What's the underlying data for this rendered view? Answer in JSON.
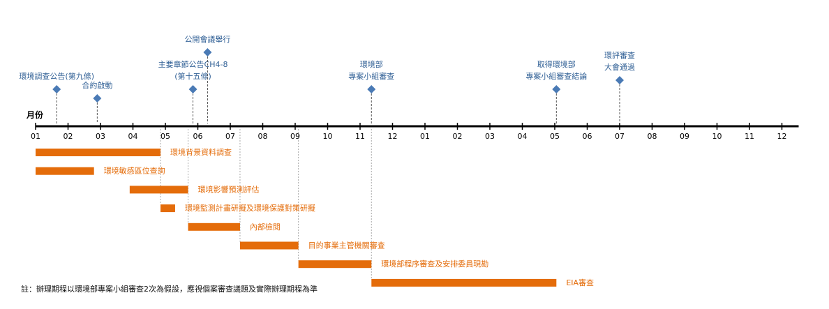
{
  "chart_data": {
    "type": "gantt",
    "axis_label": "月份",
    "months": [
      "01",
      "02",
      "03",
      "04",
      "05",
      "06",
      "07",
      "08",
      "09",
      "10",
      "11",
      "12",
      "01",
      "02",
      "03",
      "04",
      "05",
      "06",
      "07",
      "08",
      "09",
      "10",
      "11",
      "12"
    ],
    "milestones": [
      {
        "label": [
          "環境調查公告(第九條)"
        ],
        "month": 1.65
      },
      {
        "label": [
          "合約啟動"
        ],
        "month": 2.9
      },
      {
        "label": [
          "主要章節公告CH4-8",
          "(第十五條)"
        ],
        "month": 5.85
      },
      {
        "label": [
          "公開會議舉行"
        ],
        "month": 6.3
      },
      {
        "label": [
          "環境部",
          "專案小組審查"
        ],
        "month": 11.35
      },
      {
        "label": [
          "取得環境部",
          "專案小組審查結論"
        ],
        "month": 17.05
      },
      {
        "label": [
          "環評審查",
          "大會通過"
        ],
        "month": 19.0
      }
    ],
    "tasks": [
      {
        "label": "環境背景資料調查",
        "start": 1.0,
        "end": 4.85
      },
      {
        "label": "環境敏感區位查詢",
        "start": 1.0,
        "end": 2.8
      },
      {
        "label": "環境影響預測評估",
        "start": 3.9,
        "end": 5.7
      },
      {
        "label": "環境監測計畫研擬及環境保護對策研擬",
        "start": 4.85,
        "end": 5.3
      },
      {
        "label": "內部檢閱",
        "start": 5.7,
        "end": 7.3
      },
      {
        "label": "目的事業主管機關審查",
        "start": 7.3,
        "end": 9.1
      },
      {
        "label": "環境部程序審查及安排委員現勘",
        "start": 9.1,
        "end": 11.35
      },
      {
        "label": "EIA審查",
        "start": 11.35,
        "end": 17.05
      }
    ],
    "guide_lines_at": [
      4.85,
      5.7,
      7.3,
      9.1,
      11.35
    ],
    "colors": {
      "milestone": "#4a7ab5",
      "milestone_text": "#2f5f95",
      "bar": "#e46c0a",
      "bar_text": "#e46c0a",
      "axis": "#000000",
      "guide": "#aaaaaa"
    }
  },
  "footnote": "註：辦理期程以環境部專案小組審查2次為假設，應視個案審查議題及實際辦理期程為準"
}
